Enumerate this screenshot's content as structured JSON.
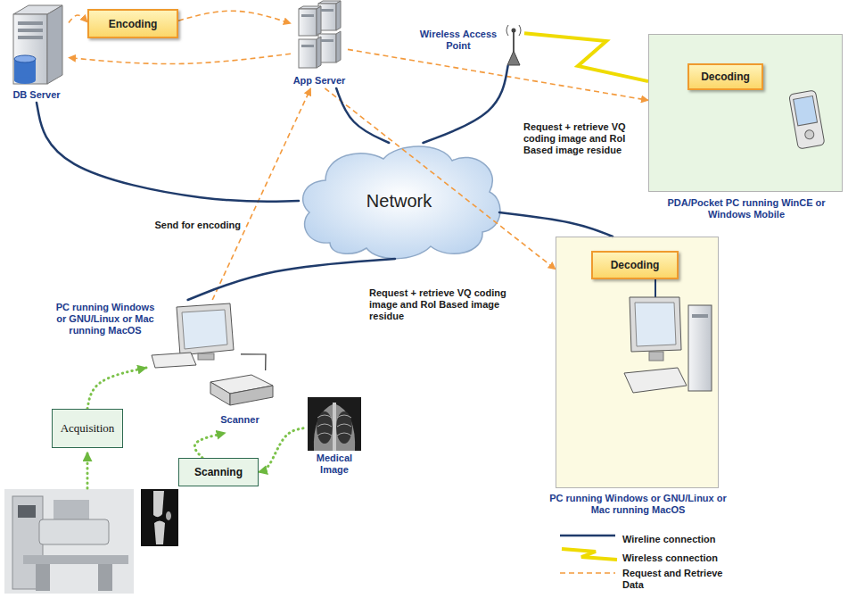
{
  "diagram": {
    "nodes": [
      {
        "text": [
          "Encoding"
        ]
      },
      {
        "text": [
          "DB Server"
        ]
      },
      {
        "text": [
          "App Server"
        ]
      },
      {
        "text": [
          "Wireless Access Point"
        ]
      },
      {
        "text": [
          "PDA/Pocket PC running WinCE or Windows Mobile"
        ]
      },
      {
        "text": [
          "Decoding"
        ],
        "in": 4
      },
      {
        "text": [
          "Network"
        ]
      },
      {
        "text": [
          "PC running Windows or GNU/Linux or Mac running MacOS"
        ]
      },
      {
        "text": [
          "Scanner"
        ]
      },
      {
        "text": [
          "PC running Windows or GNU/Linux or Mac running MacOS"
        ]
      },
      {
        "text": [
          "Decoding"
        ],
        "in": 9
      },
      {
        "text": [
          "Acquisition"
        ]
      },
      {
        "text": [
          "Scanning"
        ]
      },
      {
        "text": [
          "Medical Image"
        ]
      }
    ],
    "edges": [
      {
        "from": 1,
        "to": 0,
        "arrow": "to"
      },
      {
        "from": 0,
        "to": 2,
        "arrow": "to"
      },
      {
        "from": 2,
        "to": 1,
        "arrow": "to"
      },
      {
        "from": 2,
        "to": 4,
        "label": "Request + retrieve VQ coding image and RoI Based image residue",
        "arrow": "to"
      },
      {
        "from": 7,
        "to": 2,
        "label": "Send for encoding",
        "arrow": "to"
      },
      {
        "from": 2,
        "to": 9,
        "label": "Request + retrieve VQ coding image and RoI Based image residue",
        "arrow": "to"
      },
      {
        "from": 1,
        "to": 6,
        "arrow": "none"
      },
      {
        "from": 2,
        "to": 6,
        "arrow": "none"
      },
      {
        "from": 3,
        "to": 6,
        "arrow": "none"
      },
      {
        "from": 6,
        "to": 9,
        "arrow": "none"
      },
      {
        "from": 6,
        "to": 7,
        "arrow": "none"
      },
      {
        "from": 3,
        "to": 4,
        "arrow": "none"
      },
      {
        "from": 7,
        "to": 8,
        "arrow": "none"
      },
      {
        "from": 11,
        "to": 7,
        "arrow": "to"
      },
      {
        "from": 12,
        "to": 8,
        "arrow": "to"
      },
      {
        "from": 13,
        "to": 12,
        "arrow": "to"
      }
    ],
    "legend": [
      {
        "text": "Wireline connection"
      },
      {
        "text": "Wireless connection"
      },
      {
        "text": "Request and Retrieve Data"
      }
    ]
  }
}
